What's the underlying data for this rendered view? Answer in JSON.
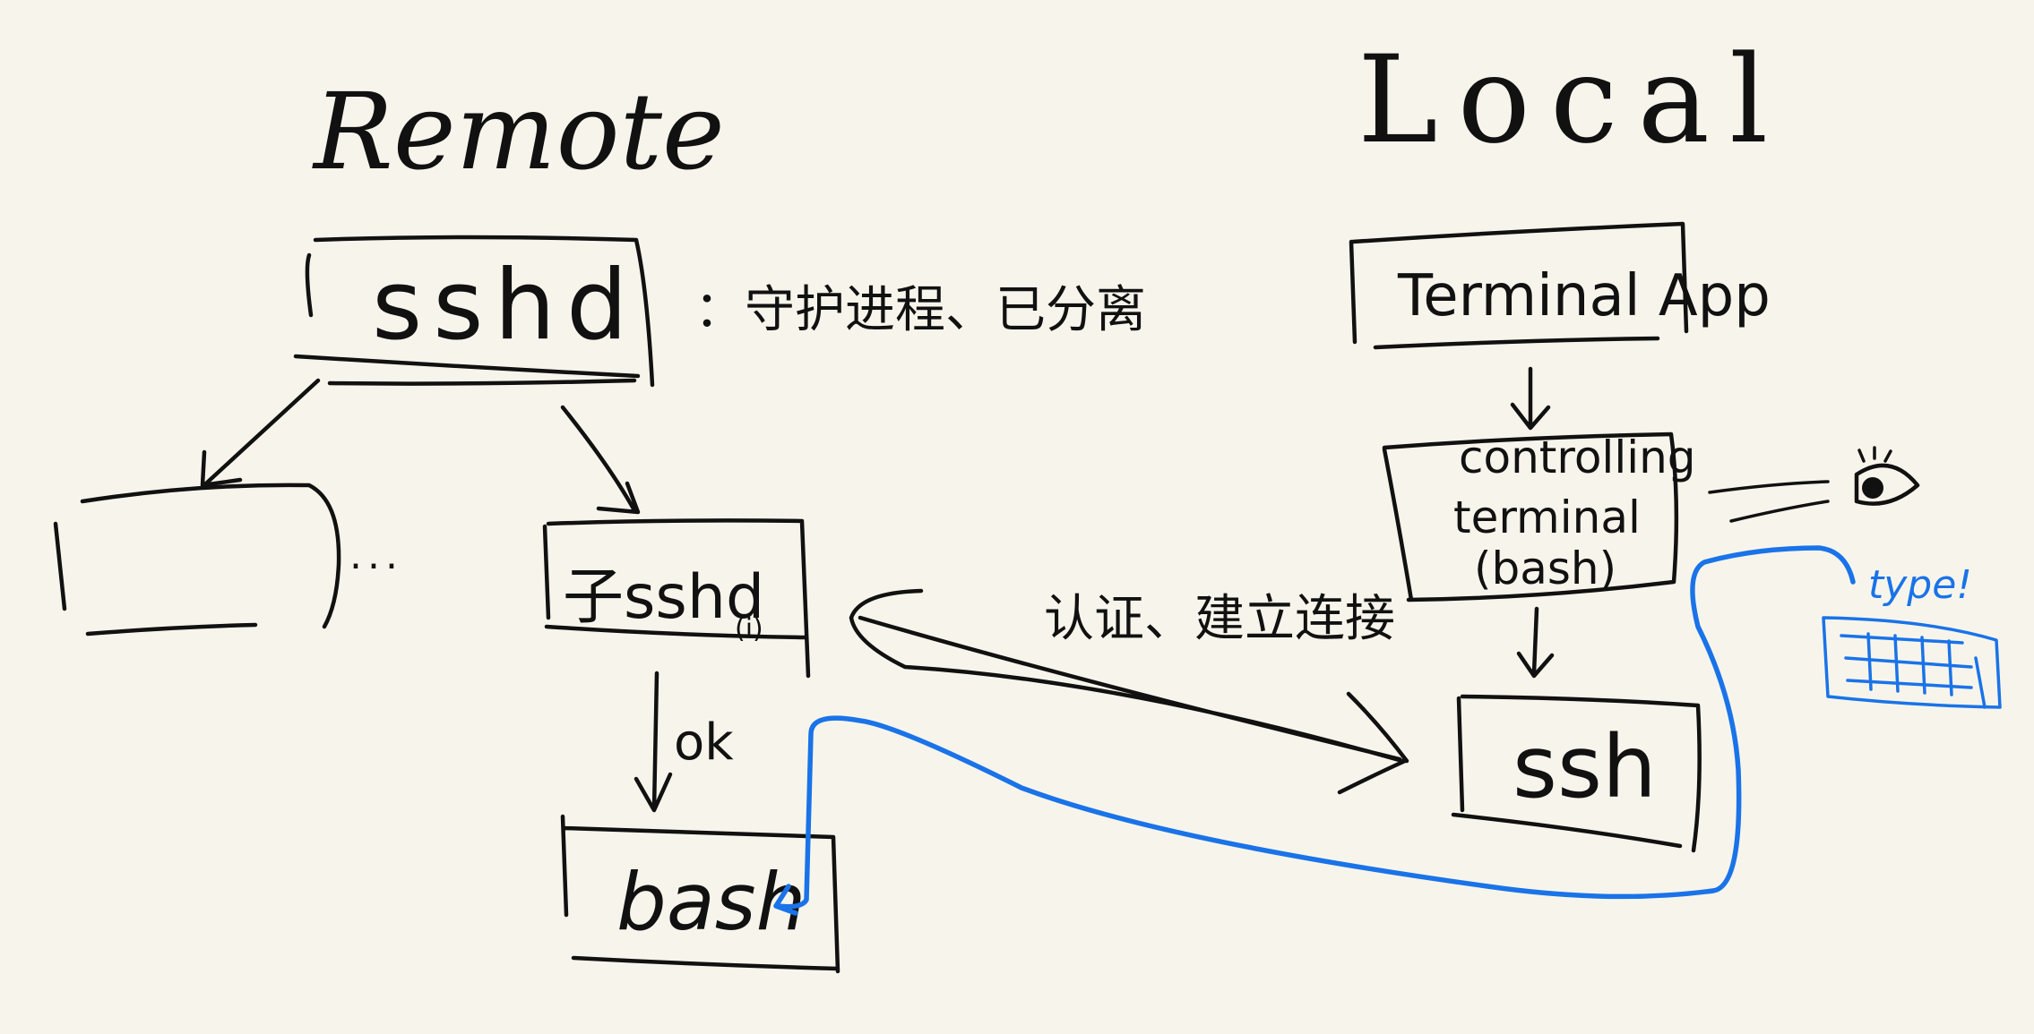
{
  "labels": {
    "remote_heading": "Remote",
    "local_heading": "Local",
    "sshd": "sshd",
    "sshd_note": "：守护进程、已分离",
    "ellipsis": "...",
    "child_sshd": "子sshd",
    "child_sshd_sub": "(i)",
    "ok": "ok",
    "bash_remote": "bash",
    "terminal_app": "Terminal App",
    "controlling_terminal_line1": "controlling",
    "controlling_terminal_line2": "terminal",
    "controlling_terminal_line3": "(bash)",
    "ssh": "ssh",
    "auth_connect": "认证、建立连接",
    "type_note": "type!"
  },
  "icons": [
    "eye-icon",
    "keyboard-icon"
  ],
  "colors": {
    "background": "#f7f5eb",
    "ink": "#111111",
    "highlight": "#1a73e8"
  }
}
